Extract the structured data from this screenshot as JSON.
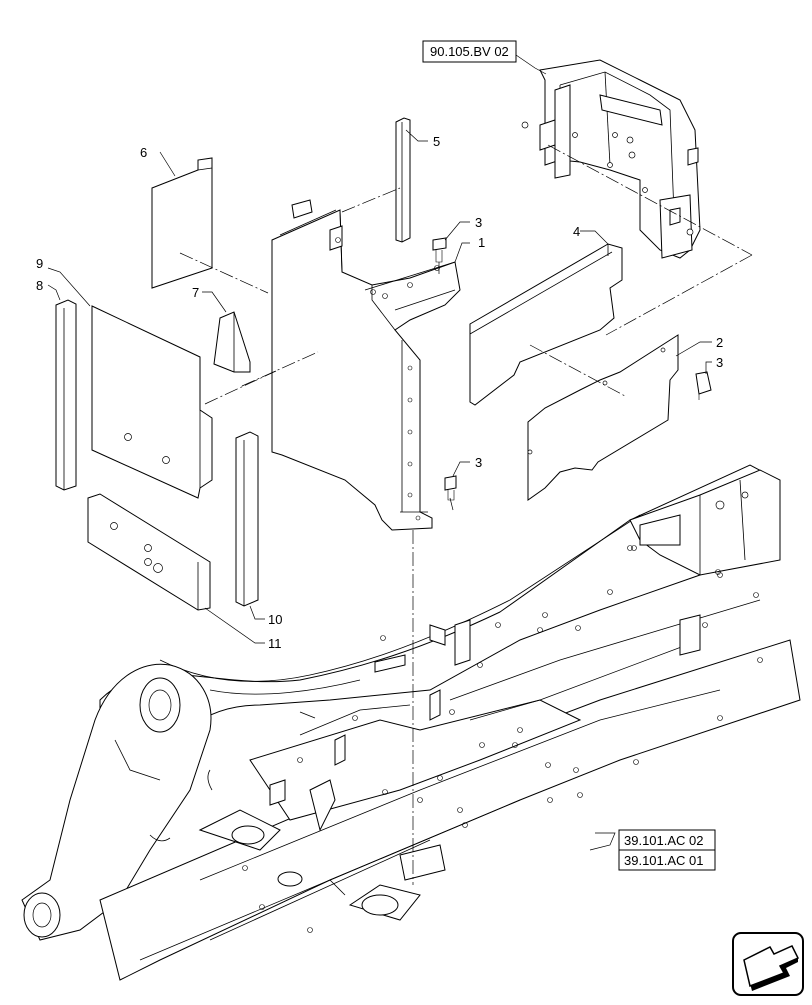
{
  "callouts": [
    {
      "id": "c1",
      "label": "1"
    },
    {
      "id": "c2",
      "label": "2"
    },
    {
      "id": "c3a",
      "label": "3"
    },
    {
      "id": "c3b",
      "label": "3"
    },
    {
      "id": "c3c",
      "label": "3"
    },
    {
      "id": "c4",
      "label": "4"
    },
    {
      "id": "c5",
      "label": "5"
    },
    {
      "id": "c6",
      "label": "6"
    },
    {
      "id": "c7",
      "label": "7"
    },
    {
      "id": "c8",
      "label": "8"
    },
    {
      "id": "c9",
      "label": "9"
    },
    {
      "id": "c10",
      "label": "10"
    },
    {
      "id": "c11",
      "label": "11"
    }
  ],
  "references": {
    "top": "90.105.BV 02",
    "bottom_upper": "39.101.AC 02",
    "bottom_lower": "39.101.AC 01"
  },
  "nav_icon": "arrow-icon"
}
